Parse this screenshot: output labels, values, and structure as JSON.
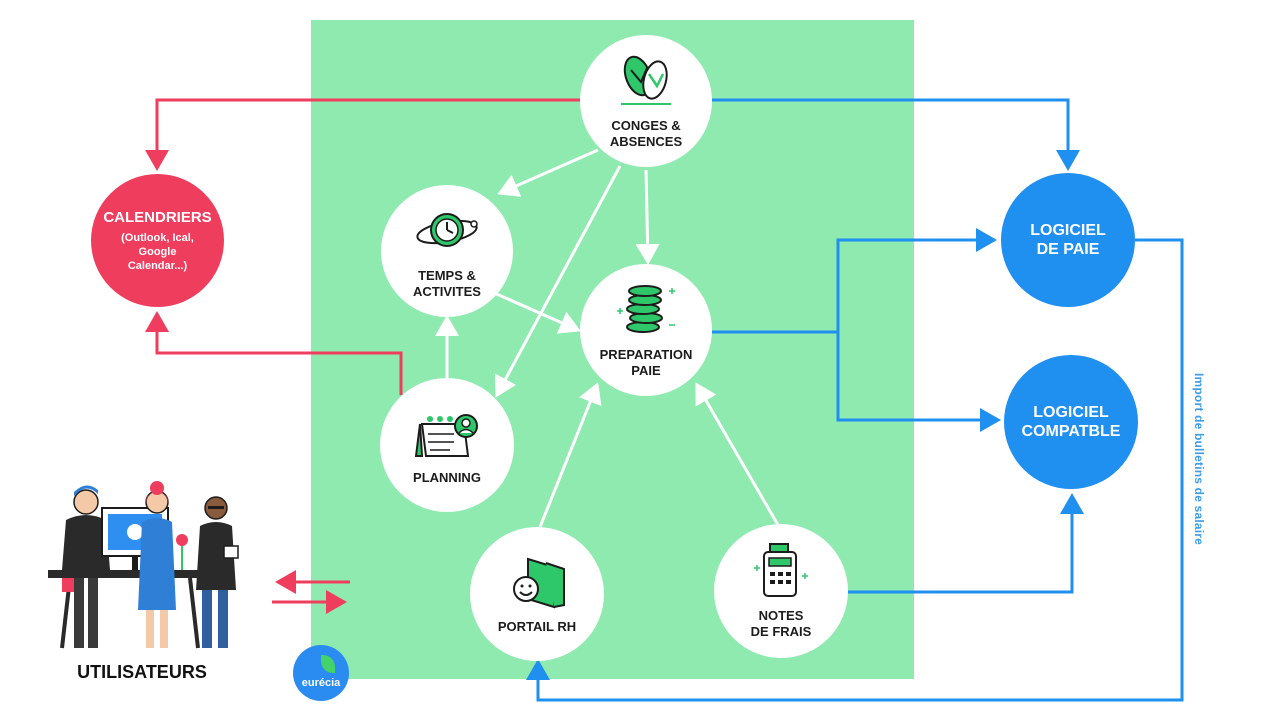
{
  "nodes": {
    "conges": {
      "label_line1": "CONGES &",
      "label_line2": "ABSENCES",
      "icon": "sandals-icon"
    },
    "temps": {
      "label_line1": "TEMPS &",
      "label_line2": "ACTIVITES",
      "icon": "clock-icon"
    },
    "preparation": {
      "label_line1": "PREPARATION",
      "label_line2": "PAIE",
      "icon": "coins-icon"
    },
    "planning": {
      "label_line1": "PLANNING",
      "icon": "calendar-icon"
    },
    "portail": {
      "label_line1": "PORTAIL RH",
      "icon": "smiley-document-icon"
    },
    "notes": {
      "label_line1": "NOTES",
      "label_line2": "DE FRAIS",
      "icon": "payment-terminal-icon"
    },
    "calendriers": {
      "label": "CALENDRIERS",
      "sub_line1": "(Outlook, Ical,",
      "sub_line2": "Google",
      "sub_line3": "Calendar...)"
    },
    "logiciel_paie": {
      "label_line1": "LOGICIEL",
      "label_line2": "DE PAIE"
    },
    "logiciel_compta": {
      "label_line1": "LOGICIEL",
      "label_line2": "COMPATBLE"
    }
  },
  "vertical_label": "Import de bulletins de salaire",
  "users_label": "UTILISATEURS",
  "logo_text": "eurécia",
  "colors": {
    "green_area": "#8feab0",
    "red": "#ef3d5e",
    "blue": "#1f8ff0",
    "icon_green": "#2ec86a"
  }
}
